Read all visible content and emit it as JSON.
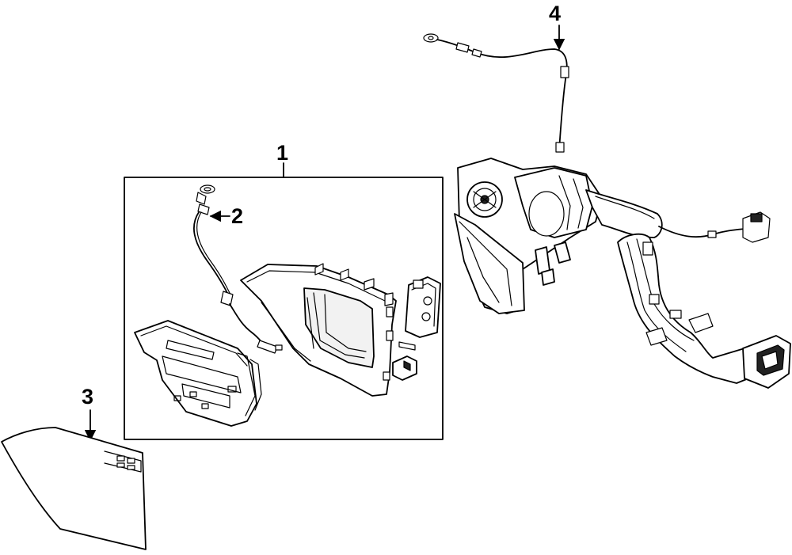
{
  "callouts": [
    {
      "id": "1",
      "label": "1"
    },
    {
      "id": "2",
      "label": "2"
    },
    {
      "id": "3",
      "label": "3"
    },
    {
      "id": "4",
      "label": "4"
    }
  ],
  "parts": [
    {
      "name": "mirror-assembly-group"
    },
    {
      "name": "mirror-wiring-pigtail"
    },
    {
      "name": "mirror-glass"
    },
    {
      "name": "door-wiring-harness"
    }
  ]
}
